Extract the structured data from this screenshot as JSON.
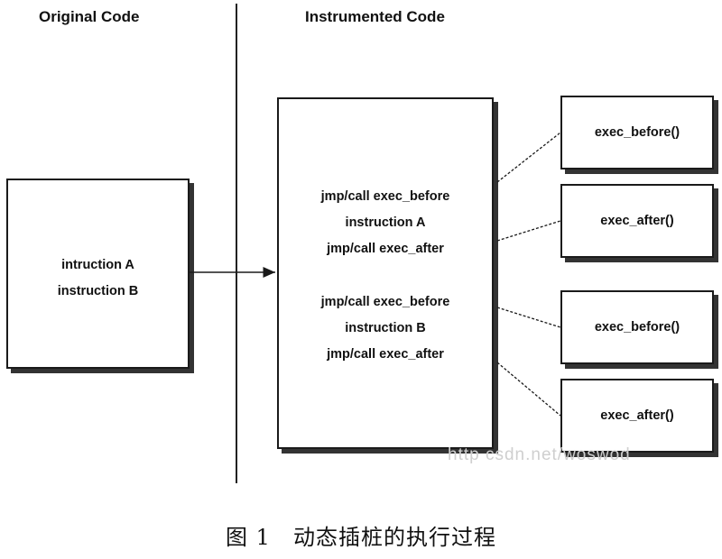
{
  "headings": {
    "original": "Original Code",
    "instrumented": "Instrumented Code"
  },
  "original_box": {
    "lines": [
      "intruction A",
      "instruction B"
    ]
  },
  "instrumented_box": {
    "block_a": [
      "jmp/call exec_before",
      "instruction A",
      "jmp/call exec_after"
    ],
    "block_b": [
      "jmp/call exec_before",
      "instruction B",
      "jmp/call exec_after"
    ]
  },
  "hooks": [
    {
      "label": "exec_before()"
    },
    {
      "label": "exec_after()"
    },
    {
      "label": "exec_before()"
    },
    {
      "label": "exec_after()"
    }
  ],
  "watermark": "http      csdn.net/woswod",
  "caption": "图 1　动态插桩的执行过程",
  "colors": {
    "line": "#1a1a1a",
    "shadow": "#333333",
    "watermark": "#cfcfcf"
  }
}
